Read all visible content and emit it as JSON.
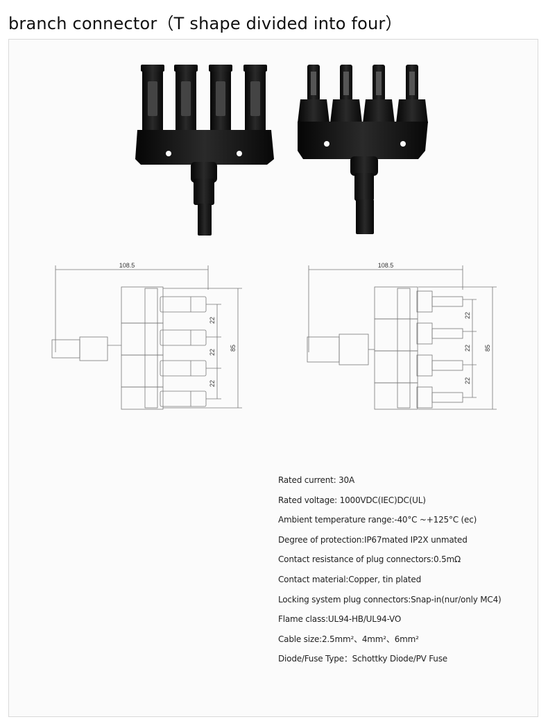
{
  "title": "branch connector（T shape divided into four）",
  "photo_alt": "black four-way T branch connectors",
  "drawings": {
    "left": {
      "width_label": "108.5",
      "pitch_labels": [
        "22",
        "22",
        "22"
      ],
      "height_label": "85"
    },
    "right": {
      "width_label": "108.5",
      "pitch_labels": [
        "22",
        "22",
        "22"
      ],
      "height_label": "85"
    }
  },
  "specs": [
    "Rated current: 30A",
    "Rated voltage: 1000VDC(IEC)DC(UL)",
    "Ambient temperature range:-40°C ~+125°C (ec)",
    "Degree of protection:IP67mated IP2X unmated",
    "Contact resistance of plug connectors:0.5mΩ",
    "Contact material:Copper, tin plated",
    "Locking system plug connectors:Snap-in(nur/only MC4)",
    "Flame class:UL94-HB/UL94-VO",
    "Cable size:2.5mm²、4mm²、6mm²",
    "Diode/Fuse Type：Schottky Diode/PV Fuse"
  ]
}
